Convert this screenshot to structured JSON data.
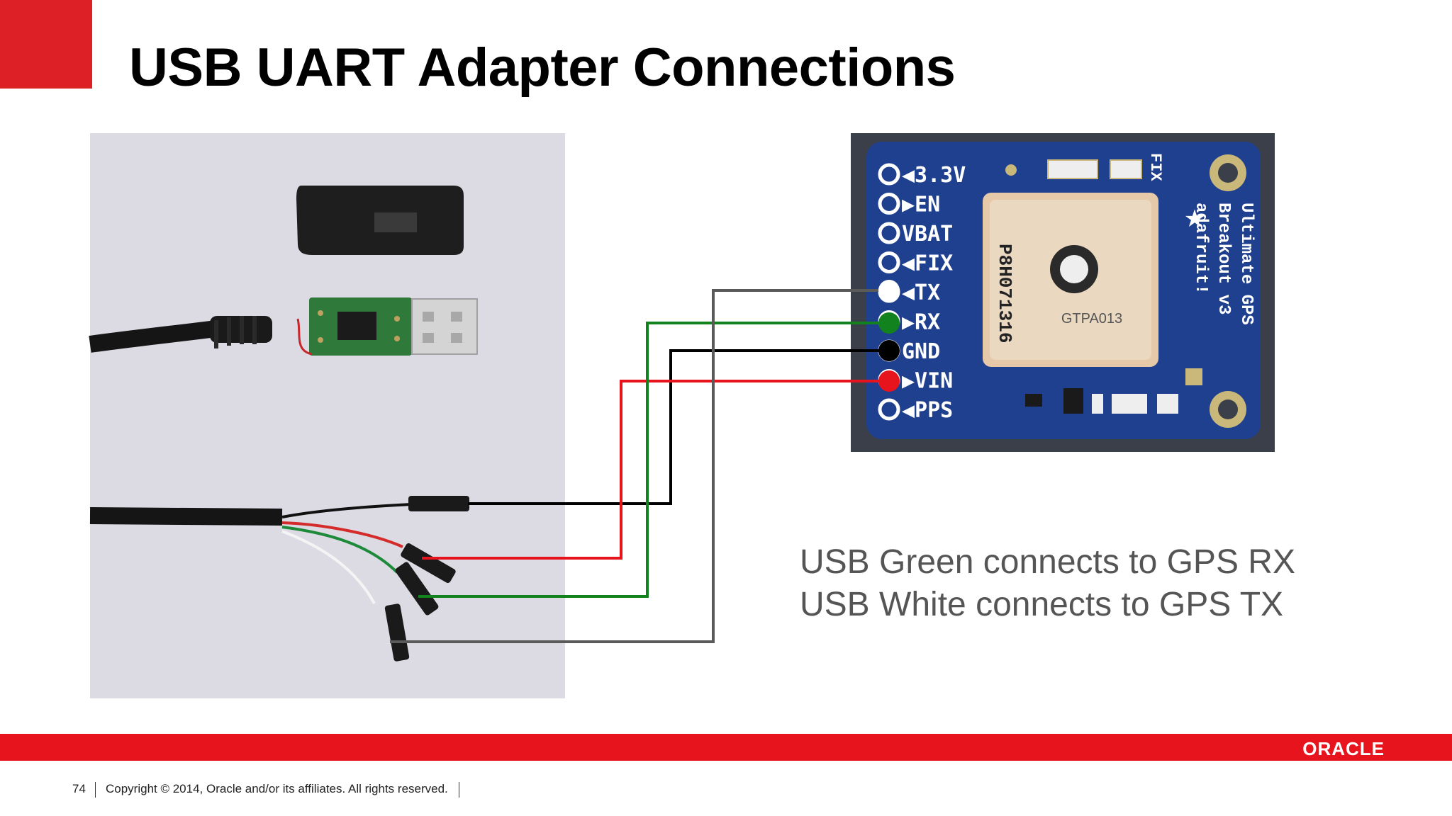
{
  "slide": {
    "title": "USB UART Adapter Connections",
    "captions": [
      "USB Green connects to GPS RX",
      "USB White connects to GPS TX"
    ],
    "page_number": "74",
    "copyright": "Copyright © 2014, Oracle and/or its affiliates. All rights reserved.",
    "brand": "ORACLE",
    "colors": {
      "brand_red": "#e8141d",
      "board_blue": "#1f3f8f",
      "photo_bg": "#dcdbe4"
    }
  },
  "gps_board": {
    "pins": [
      {
        "label": "3.3V",
        "arrow": "◀"
      },
      {
        "label": "EN",
        "arrow": "▶"
      },
      {
        "label": "VBAT",
        "arrow": ""
      },
      {
        "label": "FIX",
        "arrow": "◀"
      },
      {
        "label": "TX",
        "arrow": "◀"
      },
      {
        "label": "RX",
        "arrow": "▶"
      },
      {
        "label": "GND",
        "arrow": ""
      },
      {
        "label": "VIN",
        "arrow": "▶"
      },
      {
        "label": "PPS",
        "arrow": "◀"
      }
    ],
    "module_code": "P8H071316",
    "antenna_label": "GTPA013",
    "fix_label": "FIX",
    "board_text_lines": [
      "Ultimate GPS",
      "Breakout v3",
      "adafruit!"
    ]
  },
  "wires": [
    {
      "name": "gnd",
      "color": "#000000",
      "connects_to": "GND"
    },
    {
      "name": "vin",
      "color": "#e8141d",
      "connects_to": "VIN"
    },
    {
      "name": "rx",
      "color": "#11821d",
      "connects_to": "RX"
    },
    {
      "name": "tx",
      "color": "#5a5a5a",
      "connects_to": "TX"
    }
  ]
}
